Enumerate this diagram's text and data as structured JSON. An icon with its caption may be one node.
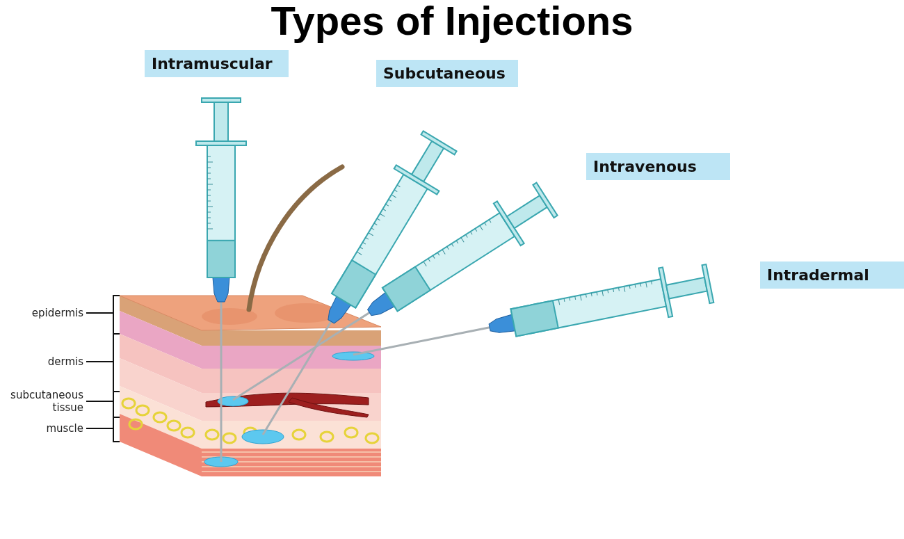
{
  "diagram": {
    "title": "Types of Injections",
    "nodes": [
      {
        "text": [
          "Intramuscular"
        ]
      },
      {
        "text": [
          "Subcutaneous"
        ]
      },
      {
        "text": [
          "Intravenous"
        ]
      },
      {
        "text": [
          "Intradermal"
        ]
      },
      {
        "text": [
          "epidermis"
        ]
      },
      {
        "text": [
          "dermis"
        ]
      },
      {
        "text": [
          "subcutaneous tissue"
        ]
      },
      {
        "text": [
          "muscle"
        ]
      }
    ],
    "edges": [
      {
        "from": 4,
        "to": null,
        "arrow": "none"
      },
      {
        "from": 5,
        "to": null,
        "arrow": "none"
      },
      {
        "from": 6,
        "to": null,
        "arrow": "none"
      },
      {
        "from": 7,
        "to": null,
        "arrow": "none"
      }
    ]
  }
}
